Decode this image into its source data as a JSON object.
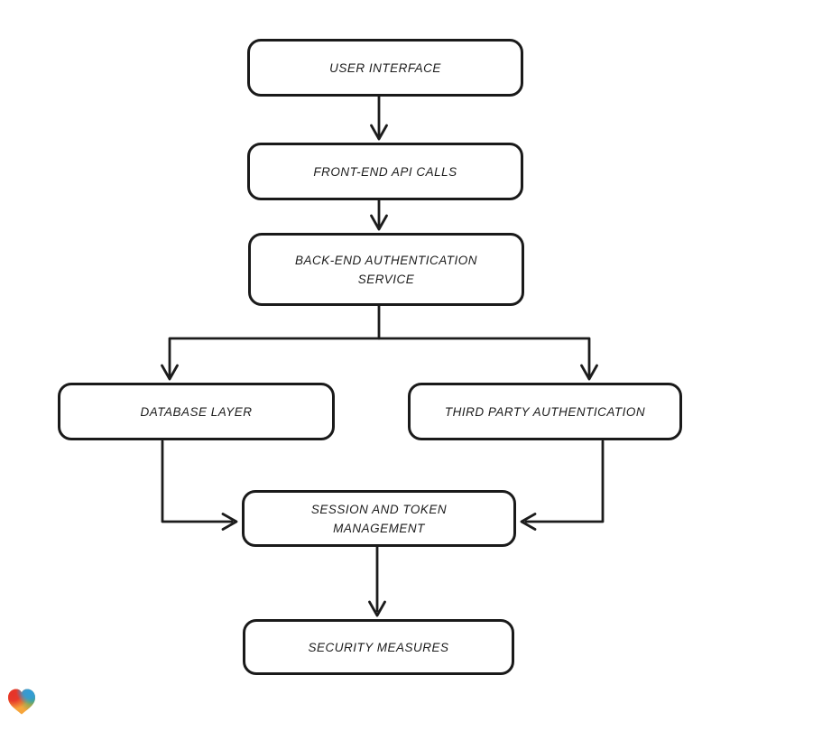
{
  "page": {
    "background_color": "#ffffff"
  },
  "diagram": {
    "type": "flowchart",
    "direction": "top-down",
    "stroke_color": "#1c1c1c",
    "node_fill_color": "#ffffff",
    "nodes": [
      {
        "id": "user-interface",
        "label": "USER INTERFACE"
      },
      {
        "id": "front-end-api-calls",
        "label": "FRONT-END API CALLS"
      },
      {
        "id": "back-end-authentication-service",
        "label": "BACK-END AUTHENTICATION SERVICE"
      },
      {
        "id": "database-layer",
        "label": "DATABASE LAYER"
      },
      {
        "id": "third-party-authentication",
        "label": "THIRD PARTY AUTHENTICATION"
      },
      {
        "id": "session-and-token-management",
        "label": "SESSION AND TOKEN MANAGEMENT"
      },
      {
        "id": "security-measures",
        "label": "SECURITY MEASURES"
      }
    ],
    "edges": [
      {
        "from": "user-interface",
        "to": "front-end-api-calls"
      },
      {
        "from": "front-end-api-calls",
        "to": "back-end-authentication-service"
      },
      {
        "from": "back-end-authentication-service",
        "to": "database-layer"
      },
      {
        "from": "back-end-authentication-service",
        "to": "third-party-authentication"
      },
      {
        "from": "database-layer",
        "to": "session-and-token-management"
      },
      {
        "from": "third-party-authentication",
        "to": "session-and-token-management"
      },
      {
        "from": "session-and-token-management",
        "to": "security-measures"
      }
    ]
  },
  "branding": {
    "logo": "gradient-heart-icon",
    "colors": {
      "red": "#e63329",
      "blue": "#2f9cd8",
      "green": "#46aa68",
      "orange": "#f6a53b"
    }
  }
}
